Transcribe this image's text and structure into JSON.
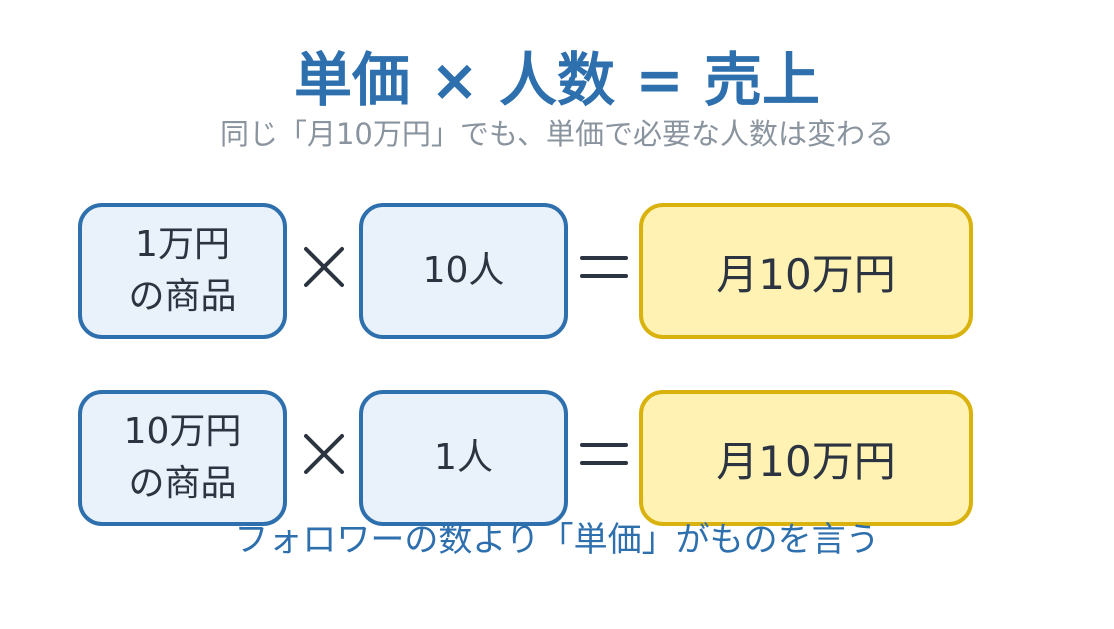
{
  "title": "単価 × 人数 = 売上",
  "subtitle": "同じ「月10万円」でも、単価で必要な人数は変わる",
  "rows": [
    {
      "price_line1": "1万円",
      "price_line2": "の商品",
      "people": "10人",
      "result": "月10万円"
    },
    {
      "price_line1": "10万円",
      "price_line2": "の商品",
      "people": "1人",
      "result": "月10万円"
    }
  ],
  "operators": {
    "multiply": "times-icon",
    "equals": "equals-icon"
  },
  "tagline": "フォロワーの数より「単価」がものを言う",
  "colors": {
    "accent_blue": "#2e6fae",
    "box_blue_fill": "#e9f1fa",
    "result_border": "#d9b20d",
    "result_fill": "#fff2b3",
    "subtitle_gray": "#8a949e",
    "text_dark": "#2b3440"
  }
}
